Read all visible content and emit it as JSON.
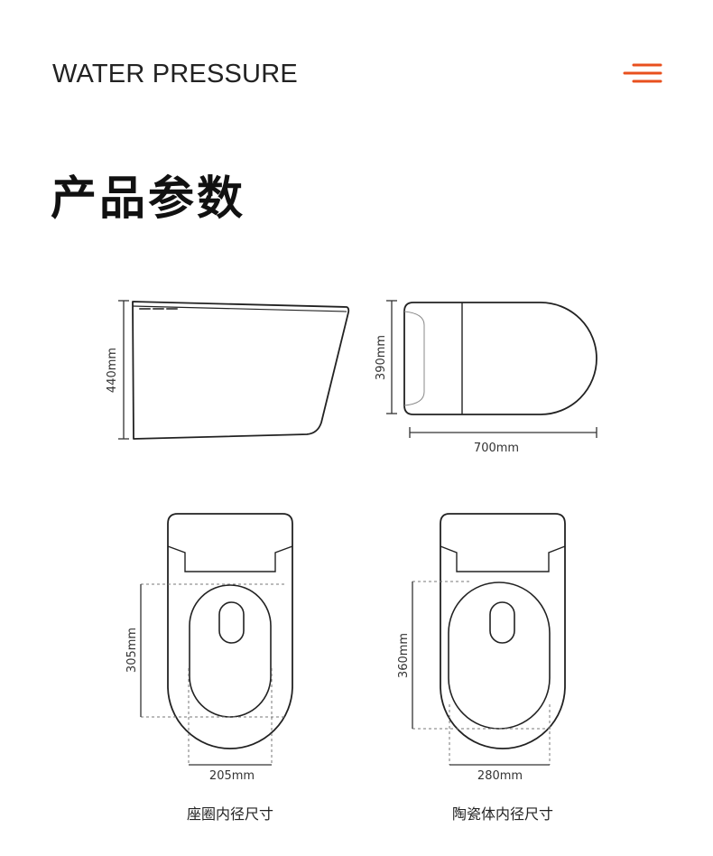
{
  "header": {
    "title": "WATER PRESSURE",
    "menu_icon": "hamburger-menu-icon",
    "accent_color": "#e8501e"
  },
  "page_title": "产品参数",
  "side_view": {
    "height_label": "440mm"
  },
  "top_view": {
    "width_label": "390mm",
    "length_label": "700mm"
  },
  "seat_ring": {
    "height_label": "305mm",
    "width_label": "205mm",
    "caption": "座圈内径尺寸"
  },
  "ceramic_body": {
    "height_label": "360mm",
    "width_label": "280mm",
    "caption": "陶瓷体内径尺寸"
  }
}
